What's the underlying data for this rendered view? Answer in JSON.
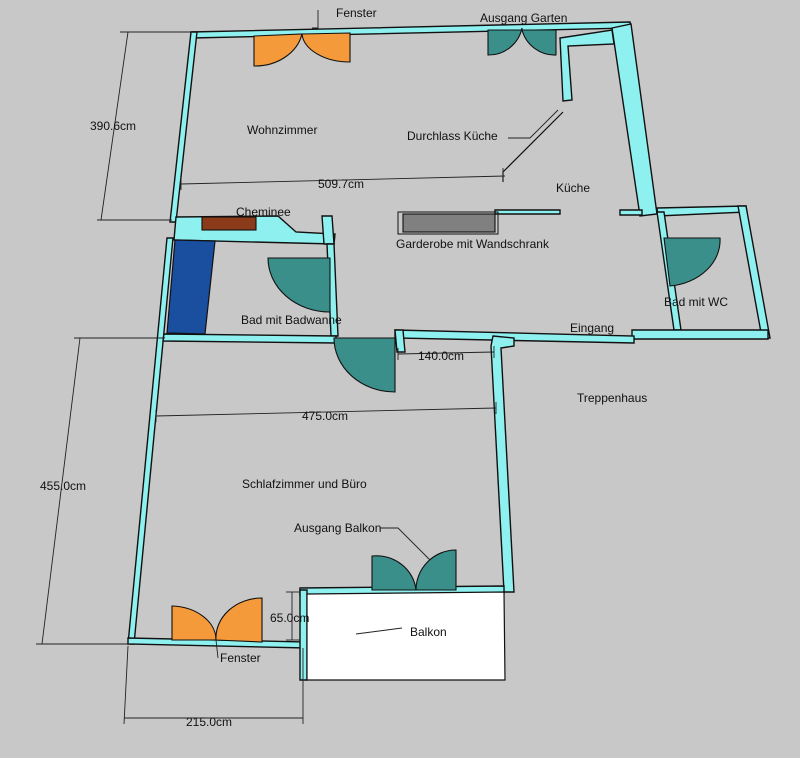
{
  "labels": {
    "fenster_top": "Fenster",
    "ausgang_garten": "Ausgang Garten",
    "wohnzimmer": "Wohnzimmer",
    "durchlass_kueche": "Durchlass Küche",
    "kueche": "Küche",
    "cheminee": "Cheminee",
    "garderobe": "Garderobe mit Wandschrank",
    "bad_mit_wc": "Bad mit WC",
    "bad_mit_badwanne": "Bad mit Badwanne",
    "eingang": "Eingang",
    "treppenhaus": "Treppenhaus",
    "schlafzimmer": "Schlafzimmer und Büro",
    "ausgang_balkon": "Ausgang Balkon",
    "balkon": "Balkon",
    "fenster_bottom": "Fenster"
  },
  "dimensions": {
    "d390": "390.6cm",
    "d509": "509.7cm",
    "d140": "140.0cm",
    "d475": "475.0cm",
    "d455": "455.0cm",
    "d65": "65.0cm",
    "d215": "215.0cm"
  },
  "colors": {
    "background": "#c8c8c8",
    "wall": "#8ff0f0",
    "door": "#3a8f8b",
    "window": "#f49a3a",
    "bathtub": "#1a4fa0",
    "fireplace": "#8b3a1a",
    "wardrobe": "#808080",
    "balcony": "#ffffff"
  }
}
